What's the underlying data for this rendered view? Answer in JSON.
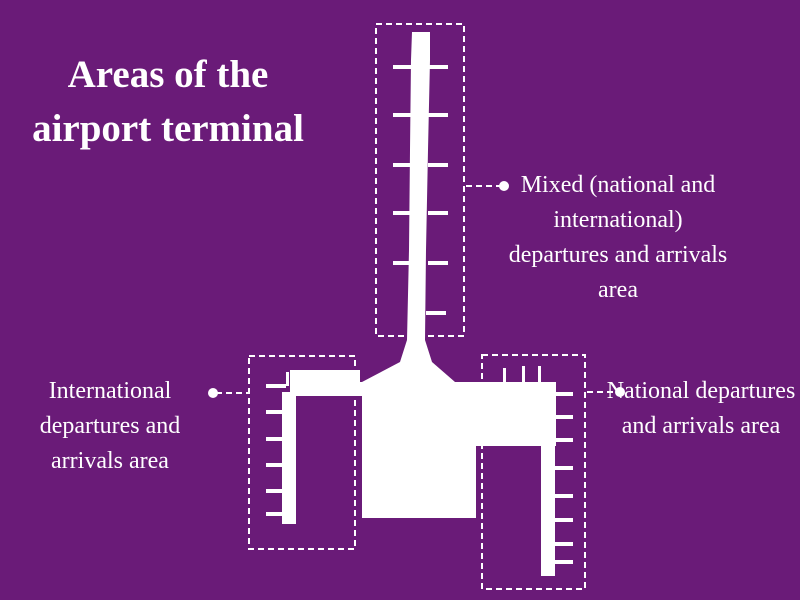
{
  "title": "Areas of the airport terminal",
  "areas": {
    "mixed": "Mixed (national and international) departures and arrivals area",
    "international": "International departures and arrivals area",
    "national": "National departures and arrivals area"
  },
  "colors": {
    "background": "#6a1b78",
    "terminal": "#ffffff"
  }
}
